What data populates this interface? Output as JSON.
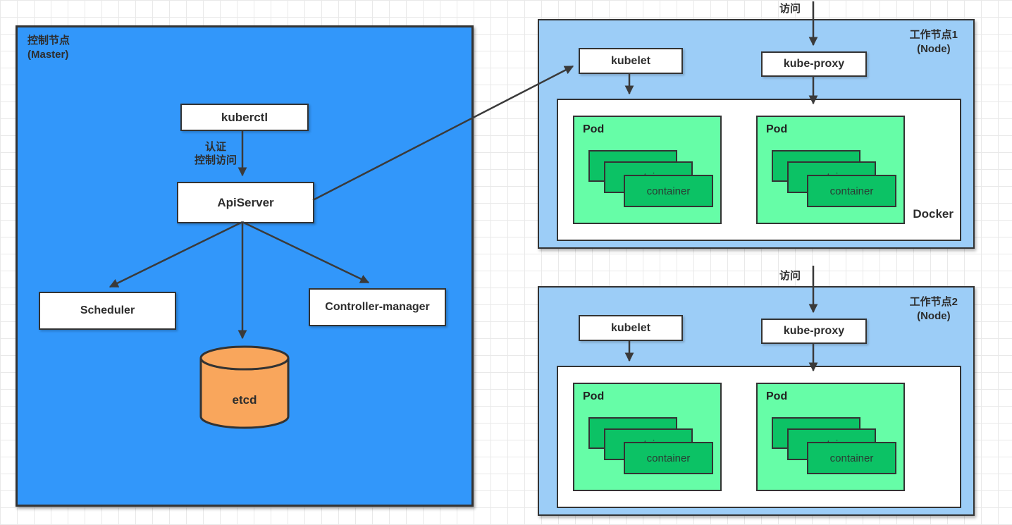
{
  "colors": {
    "master_fill": "#3297fa",
    "node_fill": "#9ccdf7",
    "pod_fill": "#66fda7",
    "container_fill": "#0cc265",
    "etcd_fill": "#f9a65c",
    "box_fill": "#ffffff",
    "border": "#333333",
    "arrow": "#3a3a3a",
    "text": "#2d2d2d"
  },
  "master": {
    "title_line1": "控制节点",
    "title_line2": "(Master)",
    "kuberctl": "kuberctl",
    "auth_line1": "认证",
    "auth_line2": "控制访问",
    "apiserver": "ApiServer",
    "scheduler": "Scheduler",
    "controller_manager": "Controller-manager",
    "etcd": "etcd"
  },
  "nodes": [
    {
      "title_line1": "工作节点1",
      "title_line2": "(Node)",
      "access_label": "访问",
      "kubelet": "kubelet",
      "kube_proxy": "kube-proxy",
      "docker_label": "Docker",
      "pods": [
        {
          "label": "Pod",
          "container": "container"
        },
        {
          "label": "Pod",
          "container": "container"
        }
      ]
    },
    {
      "title_line1": "工作节点2",
      "title_line2": "(Node)",
      "access_label": "访问",
      "kubelet": "kubelet",
      "kube_proxy": "kube-proxy",
      "pods": [
        {
          "label": "Pod",
          "container": "container"
        },
        {
          "label": "Pod",
          "container": "container"
        }
      ]
    }
  ]
}
